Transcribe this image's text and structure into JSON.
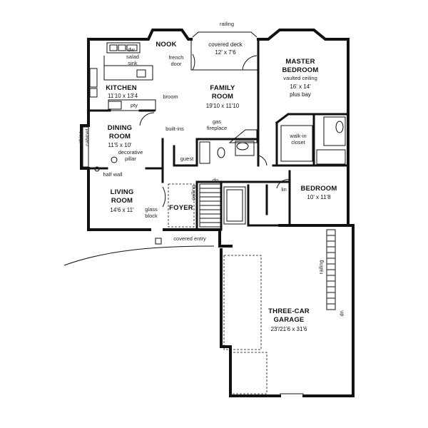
{
  "rooms": {
    "nook": {
      "name": "NOOK"
    },
    "kitchen": {
      "name": "KITCHEN",
      "size": "11'10 x 13'4"
    },
    "dining": {
      "name1": "DINING",
      "name2": "ROOM",
      "size": "11'5 x 10'"
    },
    "living": {
      "name1": "LIVING",
      "name2": "ROOM",
      "size": "14'6 x 11'"
    },
    "family": {
      "name1": "FAMILY",
      "name2": "ROOM",
      "size": "19'10 x 11'10"
    },
    "master": {
      "name1": "MASTER",
      "name2": "BEDROOM",
      "note": "vaulted ceiling",
      "size1": "16' x 14'",
      "size2": "plus bay"
    },
    "bedroom": {
      "name": "BEDROOM",
      "size": "10' x 11'8"
    },
    "foyer": {
      "name": "FOYER"
    },
    "garage": {
      "name1": "THREE-CAR",
      "name2": "GARAGE",
      "size": "23'/21'6 x 31'6"
    },
    "deck": {
      "line1": "covered deck",
      "line2": "12' x 7'6"
    }
  },
  "notes": {
    "dw": "dw",
    "salad_sink": "salad\nsink",
    "french_door": "french\ndoor",
    "railing_top": "railing",
    "broom": "broom",
    "pty": "pty",
    "china_cabinet": "china\ncabinet",
    "decorative_pillar": "decorative\npillar",
    "half_wall": "half wall",
    "built_ins": "built-ins",
    "gas_fireplace": "gas\nfireplace",
    "walk_in_closet": "walk-in\ncloset",
    "guest": "guest",
    "dn_stairs": "dn",
    "ceiling": "ceiling",
    "lin": "lin",
    "glass_block": "glass\nblock",
    "covered_entry": "covered entry",
    "railing_garage": "railing",
    "dn_garage": "dn"
  }
}
